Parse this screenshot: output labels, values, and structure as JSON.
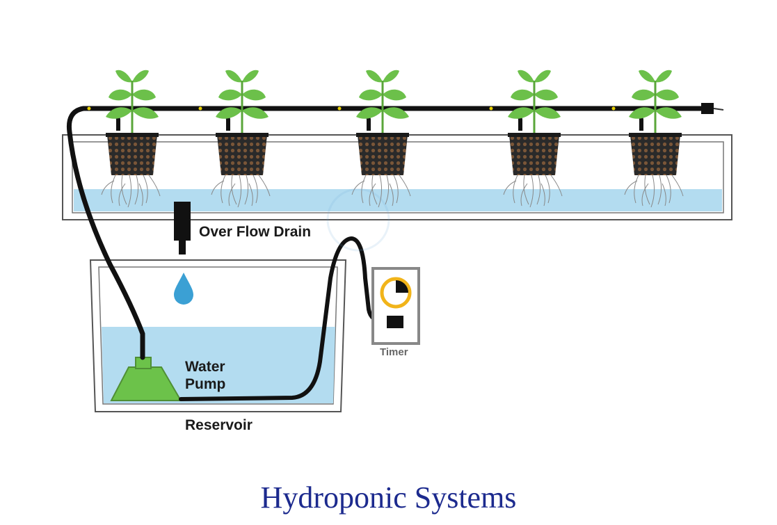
{
  "title": "Hydroponic Systems",
  "labels": {
    "overflow_drain": "Over Flow Drain",
    "pump_line1": "Water",
    "pump_line2": "Pump",
    "reservoir": "Reservoir",
    "timer": "Timer"
  },
  "components": {
    "plant_count": 5,
    "icons": [
      "plant-icon",
      "net-pot-icon",
      "water-drop-icon",
      "water-pump-icon",
      "timer-clock-icon",
      "power-plug-icon"
    ]
  },
  "colors": {
    "water": "#b3dcf0",
    "leaf": "#6cc04a",
    "pump": "#6cc24a",
    "tubing": "#111111",
    "timer_face": "#f1b41a",
    "title": "#1c2a8e"
  }
}
